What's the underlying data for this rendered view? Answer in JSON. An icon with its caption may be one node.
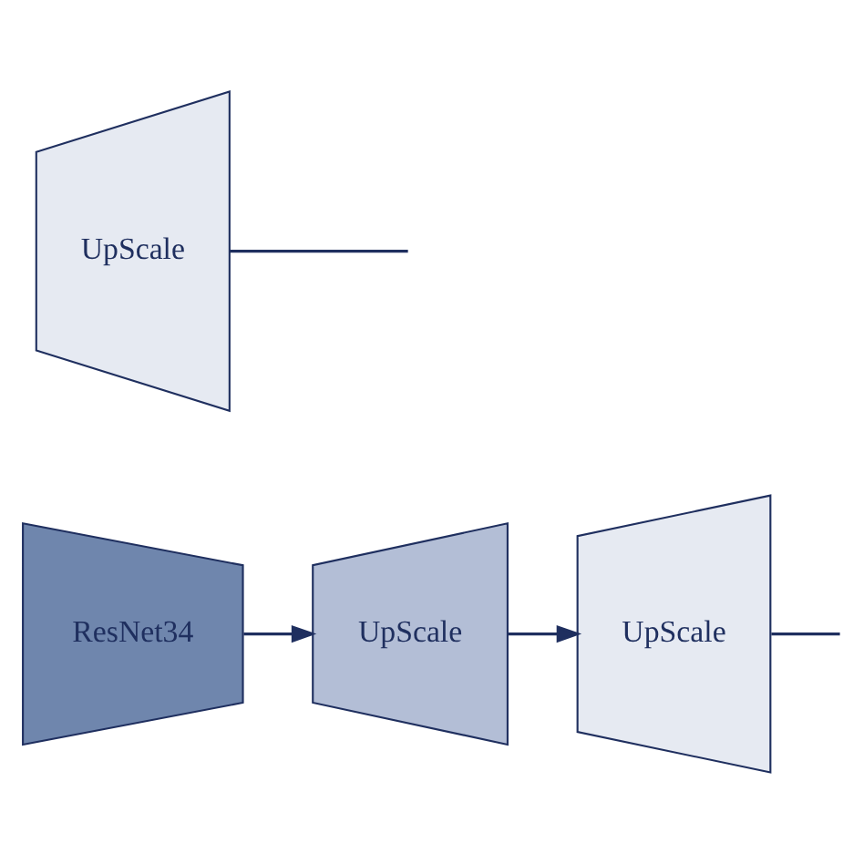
{
  "diagram": {
    "nodes": [
      {
        "text": [
          "ResNet34"
        ]
      },
      {
        "text": [
          "UpScale"
        ]
      },
      {
        "text": [
          "UpScale"
        ]
      },
      {
        "text": [
          "UpScale"
        ]
      }
    ],
    "edges": [
      {
        "from": 0,
        "to": 1,
        "arrow": "to"
      },
      {
        "from": 1,
        "to": 2,
        "arrow": "to"
      },
      {
        "from": 2,
        "to": null,
        "arrow": "none"
      },
      {
        "from": 3,
        "to": null,
        "arrow": "none"
      }
    ]
  }
}
